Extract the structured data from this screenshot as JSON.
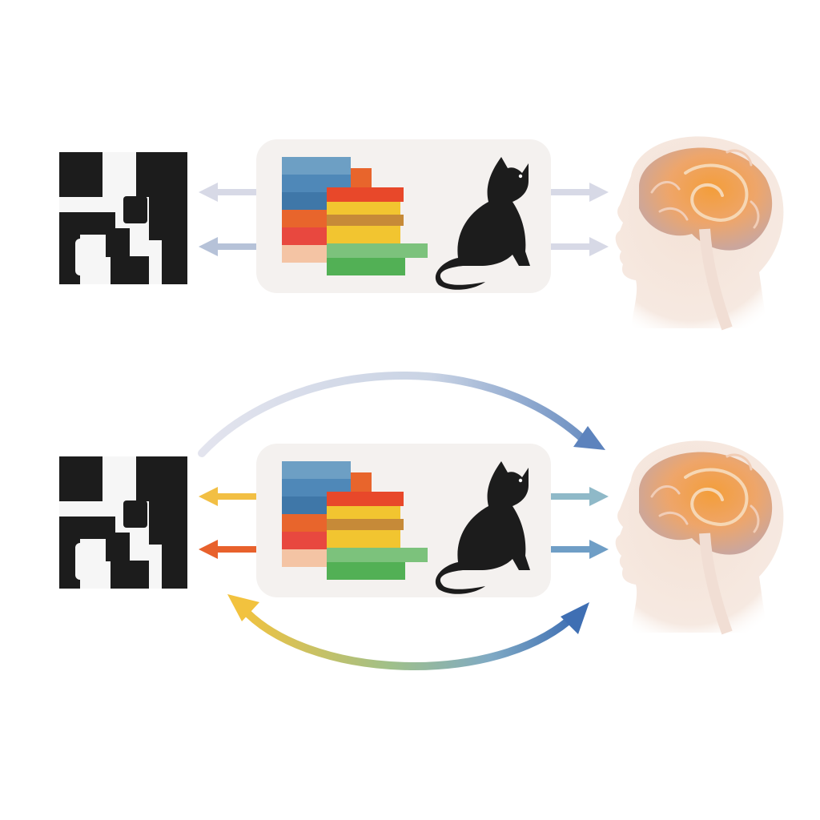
{
  "colors": {
    "background": "#ffffff",
    "panel": "#f4f1ef",
    "ink": "#1c1c1c",
    "muted_arrow_gray": "#d7d9e6",
    "muted_arrow_blue": "#b6c2d8",
    "arrow_yellow": "#f2bf44",
    "arrow_orange": "#e8612c",
    "arrow_teal": "#8fb9c8",
    "arrow_blue": "#3f6fb3",
    "brain_orange": "#f08a2c",
    "head_skin": "#f3e3d9",
    "block_palette": [
      "#5b8fc0",
      "#e65b2a",
      "#f2c530",
      "#55b05a",
      "#f0a76f",
      "#e64c4c"
    ]
  },
  "icons": {
    "pattern": "checker-pattern-icon",
    "blocks": "stacked-blocks-icon",
    "animal": "cat-silhouette-icon",
    "mind": "human-head-brain-icon"
  },
  "panels": [
    {
      "id": "top",
      "left_arrows": [
        "gray",
        "blue-gray"
      ],
      "right_arrows": [
        "gray",
        "gray"
      ],
      "curved_arrows": []
    },
    {
      "id": "bottom",
      "left_arrows": [
        "yellow",
        "orange"
      ],
      "right_arrows": [
        "teal",
        "blue"
      ],
      "curved_arrows": [
        "top-arc-to-head",
        "bottom-arc-double-headed"
      ]
    }
  ]
}
